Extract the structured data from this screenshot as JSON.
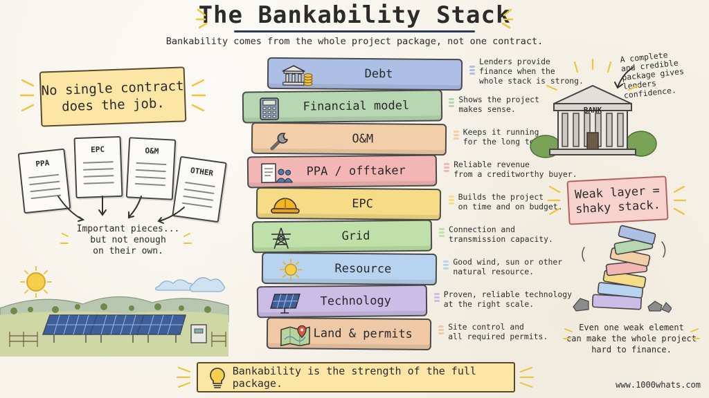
{
  "header": {
    "title": "The Bankability Stack",
    "subtitle": "Bankability comes from the whole project package, not one contract."
  },
  "left": {
    "note": "No single contract\ndoes the job.",
    "documents": [
      "PPA",
      "EPC",
      "O&M",
      "OTHER"
    ],
    "caption": "Important pieces...\nbut not enough\non their own."
  },
  "stack": {
    "layers": [
      {
        "label": "Debt",
        "icon": "bank-coins-icon",
        "color": "#aebfe6",
        "desc": "Lenders provide\nfinance when the\nwhole stack is strong."
      },
      {
        "label": "Financial model",
        "icon": "calculator-icon",
        "color": "#b7d6b2",
        "desc": "Shows the project\nmakes sense."
      },
      {
        "label": "O&M",
        "icon": "wrench-icon",
        "color": "#f2cfa8",
        "desc": "Keeps it running\nfor the long term."
      },
      {
        "label": "PPA / offtaker",
        "icon": "contract-people-icon",
        "color": "#f2b6b4",
        "desc": "Reliable revenue\nfrom a creditworthy buyer."
      },
      {
        "label": "EPC",
        "icon": "hardhat-icon",
        "color": "#f6dc86",
        "desc": "Builds the project\non time and on budget."
      },
      {
        "label": "Grid",
        "icon": "pylon-icon",
        "color": "#bfe0a8",
        "desc": "Connection and\ntransmission capacity."
      },
      {
        "label": "Resource",
        "icon": "sun-icon",
        "color": "#b7d3ef",
        "desc": "Good wind, sun or other\nnatural resource."
      },
      {
        "label": "Technology",
        "icon": "solar-panel-icon",
        "color": "#cbbde6",
        "desc": "Proven, reliable technology\nat the right scale."
      },
      {
        "label": "Land & permits",
        "icon": "map-pin-icon",
        "color": "#efc9a6",
        "desc": "Site control and\nall required permits."
      }
    ]
  },
  "right": {
    "bank_note": "A complete\nand credible\npackage gives\nlenders confidence.",
    "bank_sign": "BANK",
    "weak_note": "Weak layer =\nshaky stack.",
    "weak_caption": "Even one weak element\ncan make the whole project\nhard to finance."
  },
  "footer": {
    "banner": "Bankability is the strength of the full package.",
    "credit": "www.1000whats.com"
  }
}
